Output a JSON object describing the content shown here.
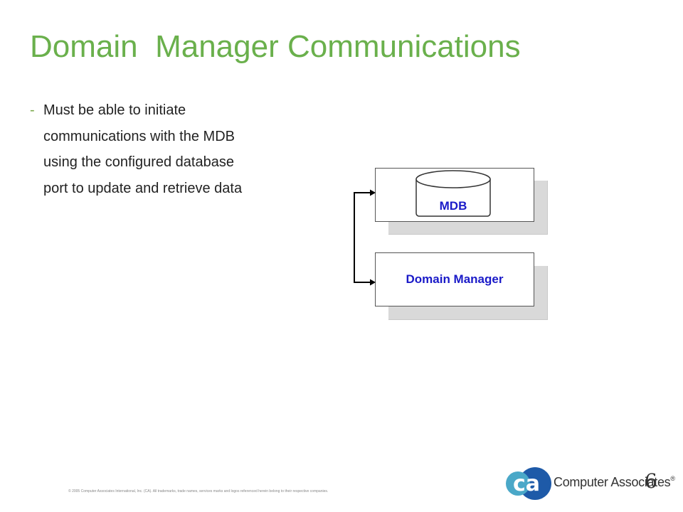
{
  "slide": {
    "title": "Domain  Manager Communications",
    "bullet_marker": "-",
    "bullet_text": "Must be able to initiate\ncommunications with the MDB\nusing the configured database\nport to update and retrieve data",
    "page_number": "6"
  },
  "diagram": {
    "database_label": "MDB",
    "manager_label": "Domain Manager"
  },
  "footer": {
    "copyright": "© 2005 Computer Associates International, Inc. (CA). All trademarks, trade names, services marks and logos referenced herein belong to their respective companies.",
    "logo_mark": "ca",
    "company_name": "Computer Associates",
    "registered_mark": "®"
  },
  "colors": {
    "title_green": "#6ab04c",
    "label_blue": "#1a1ac8",
    "logo_blue": "#1e5aa8",
    "logo_teal": "#4aa8c8"
  }
}
